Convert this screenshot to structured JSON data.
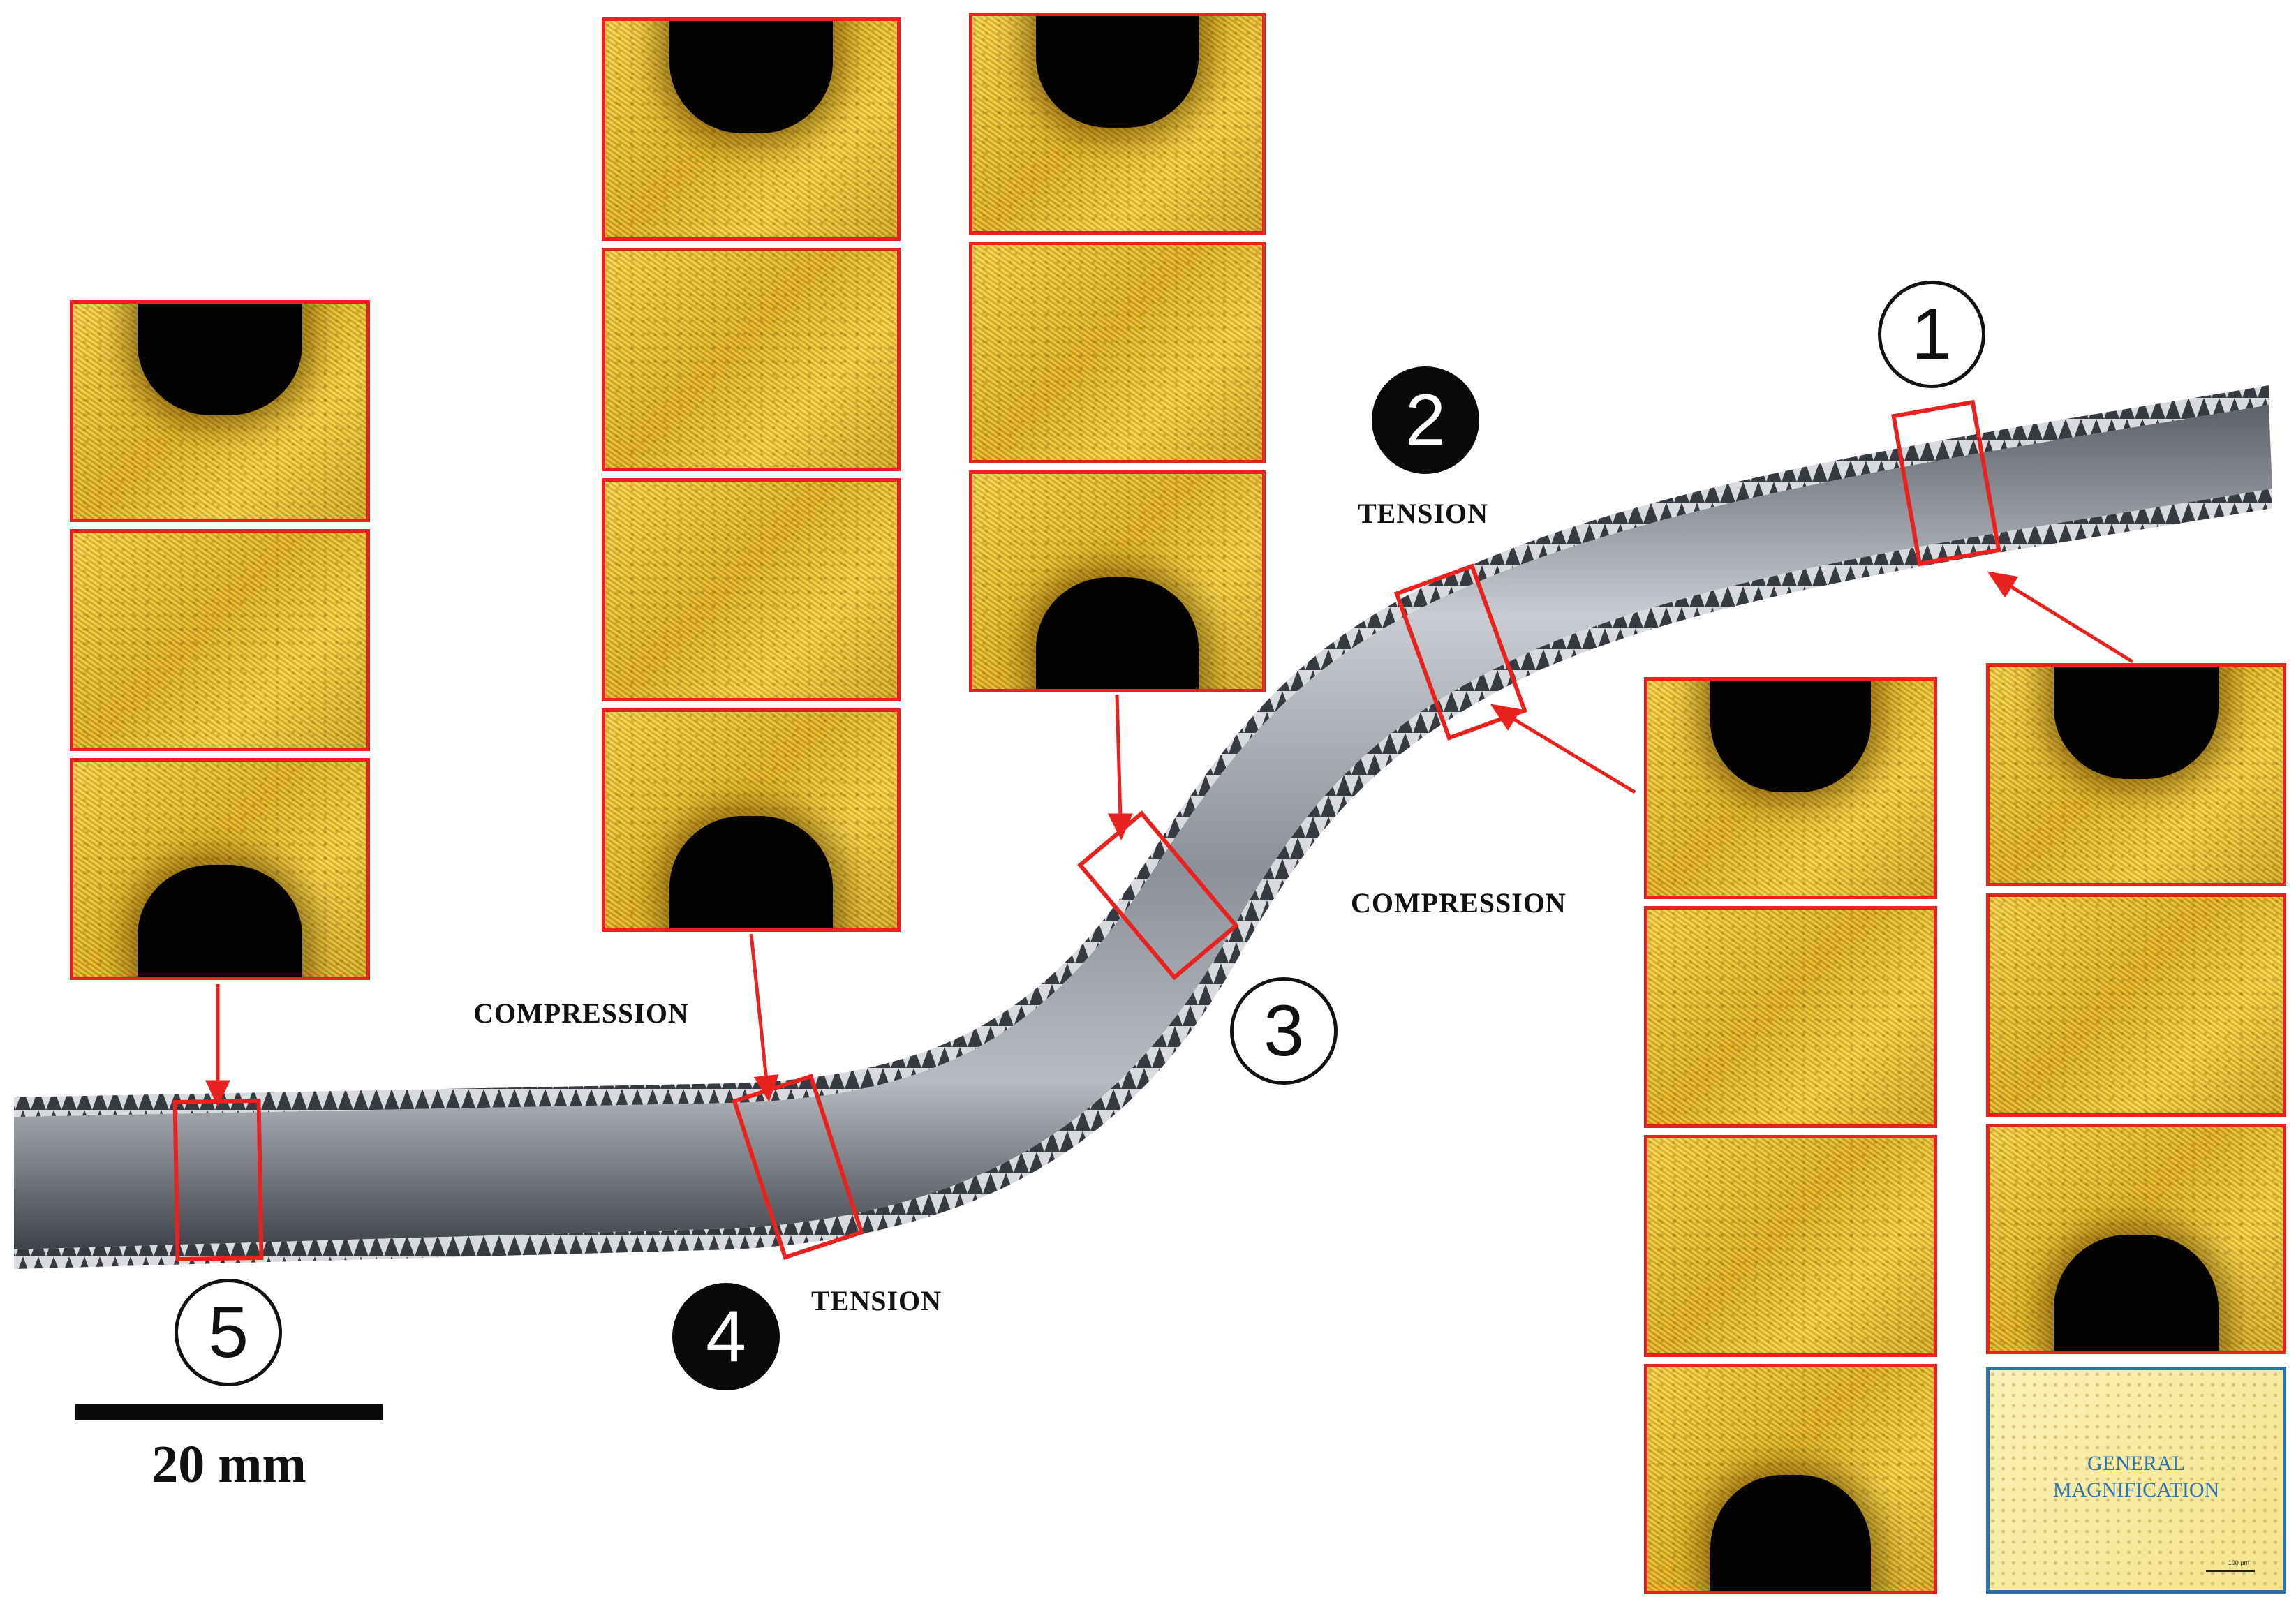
{
  "labels": {
    "tension_top": "TENSION",
    "compression_right": "COMPRESSION",
    "compression_left": "COMPRESSION",
    "tension_bottom": "TENSION"
  },
  "markers": {
    "one": "1",
    "two": "2",
    "three": "3",
    "four": "4",
    "five": "5"
  },
  "scale_bar": {
    "label": "20 mm"
  },
  "general_magnification": {
    "label": "GENERAL\nMAGNIFICATION",
    "scale_text": "100 µm"
  },
  "colors": {
    "highlight_boxes": "#e8231f",
    "arrows": "#e8231f",
    "general_border": "#2a6fb0",
    "micrograph": "#e0b52c",
    "rack_steel": "#9aa0a8"
  }
}
